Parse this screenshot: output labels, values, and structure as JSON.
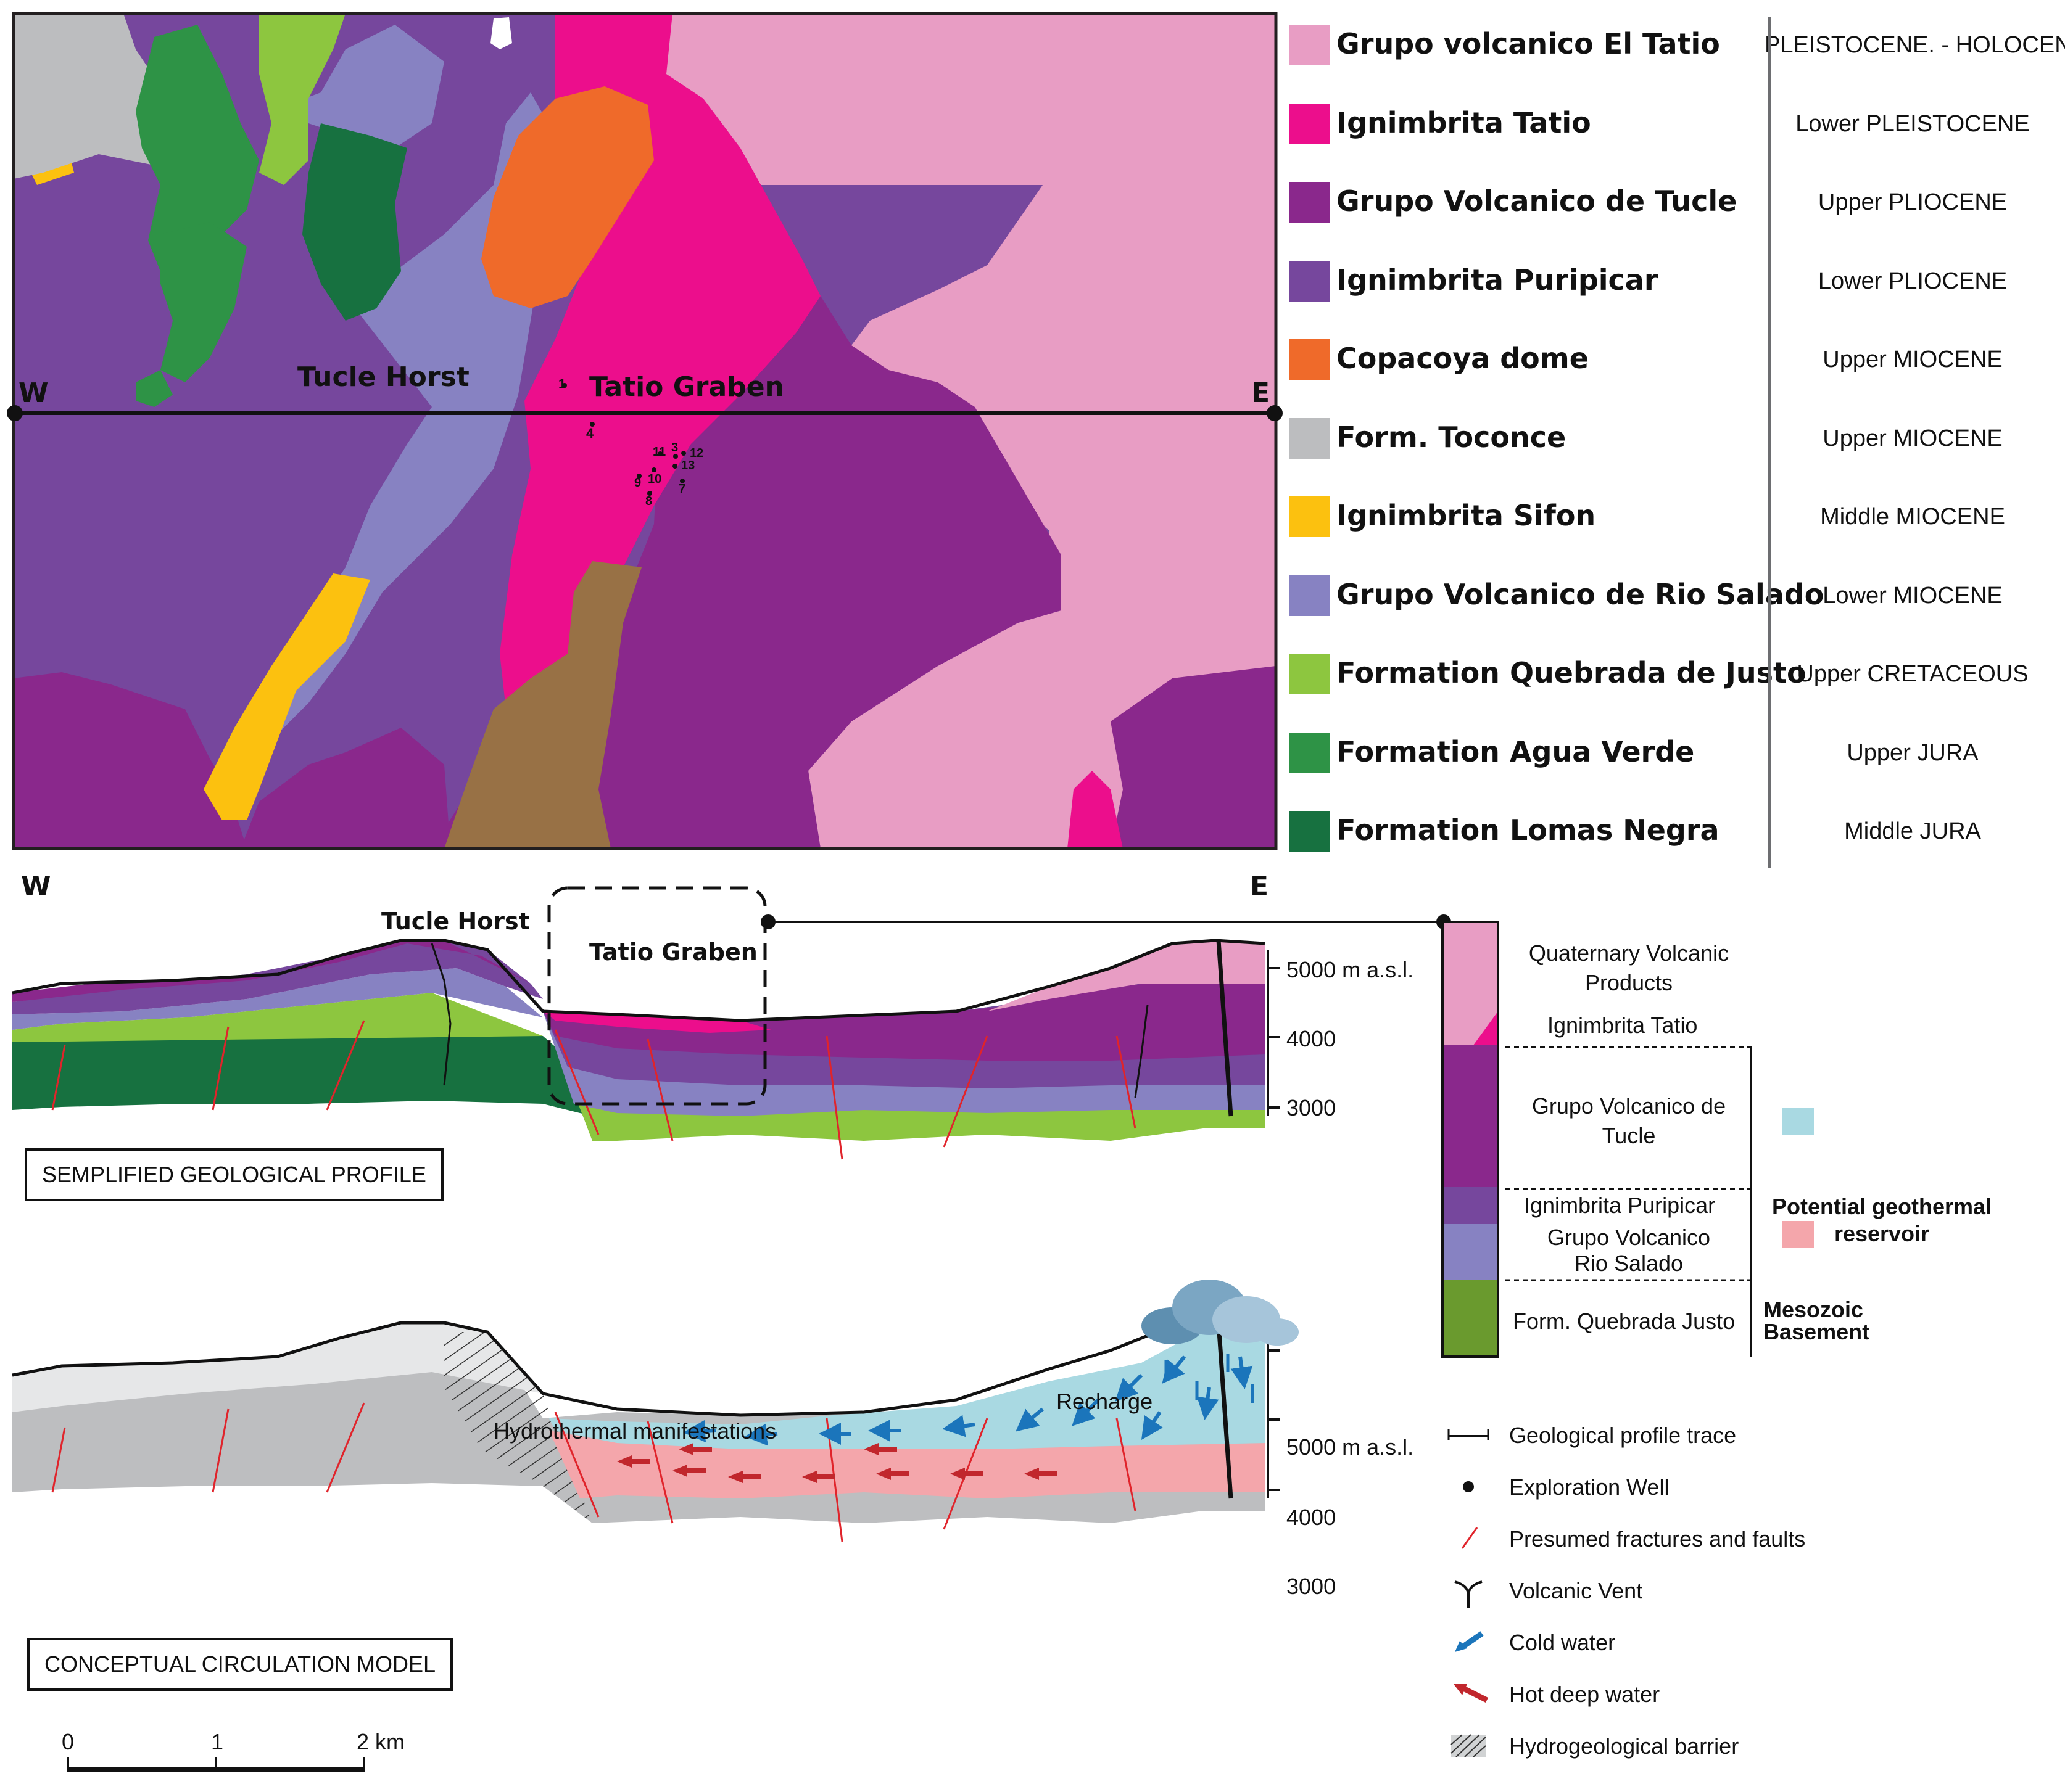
{
  "map": {
    "west": "W",
    "east": "E",
    "tucle_horst": "Tucle Horst",
    "tatio_graben": "Tatio Graben",
    "wells": [
      "1",
      "4",
      "11",
      "3",
      "12",
      "13",
      "9",
      "10",
      "7",
      "8"
    ]
  },
  "geo_legend": [
    {
      "label": "Grupo volcanico El Tatio",
      "age": "PLEISTOCENE. - HOLOCENE",
      "color": "#e89dc4"
    },
    {
      "label": "Ignimbrita Tatio",
      "age": "Lower PLEISTOCENE",
      "color": "#ec0e8c"
    },
    {
      "label": "Grupo Volcanico de Tucle",
      "age": "Upper PLIOCENE",
      "color": "#8a288c"
    },
    {
      "label": "Ignimbrita Puripicar",
      "age": "Lower PLIOCENE",
      "color": "#76479d"
    },
    {
      "label": "Copacoya dome",
      "age": "Upper MIOCENE",
      "color": "#ef6a2a"
    },
    {
      "label": "Form. Toconce",
      "age": "Upper MIOCENE",
      "color": "#bcbdbf"
    },
    {
      "label": "Ignimbrita Sifon",
      "age": "Middle MIOCENE",
      "color": "#fcc10f"
    },
    {
      "label": "Grupo Volcanico de Rio Salado",
      "age": "Lower MIOCENE",
      "color": "#8782c2"
    },
    {
      "label": "Formation Quebrada de Justo",
      "age": "Upper CRETACEOUS",
      "color": "#8dc63f"
    },
    {
      "label": "Formation Agua Verde",
      "age": "Upper JURA",
      "color": "#2e9346"
    },
    {
      "label": "Formation Lomas Negra",
      "age": "Middle JURA",
      "color": "#177140"
    }
  ],
  "profile": {
    "west": "W",
    "east": "E",
    "tucle_horst": "Tucle Horst",
    "tatio_graben": "Tatio Graben",
    "elev_5000": "5000 m a.s.l.",
    "elev_4000": "4000",
    "elev_3000": "3000",
    "title": "SEMPLIFIED GEOLOGICAL PROFILE"
  },
  "column": {
    "quaternary": "Quaternary Volcanic Products",
    "ign_tatio": "Ignimbrita Tatio",
    "tucle": "Grupo Volcanico de Tucle",
    "puripicar": "Ignimbrita Puripicar",
    "rio_salado": "Grupo Volcanico Rio Salado",
    "quebrada": "Form. Quebrada Justo",
    "potential": "Potential geothermal reservoir",
    "mesozoic": "Mesozoic Basement"
  },
  "model": {
    "hydro": "Hydrothermal manifestations",
    "recharge": "Recharge",
    "elev_5000": "5000 m a.s.l.",
    "elev_4000": "4000",
    "elev_3000": "3000",
    "title": "CONCEPTUAL CIRCULATION MODEL"
  },
  "scale": {
    "t0": "0",
    "t1": "1",
    "t2": "2 km"
  },
  "symbols": [
    {
      "icon": "profile-trace-icon",
      "label": "Geological profile trace"
    },
    {
      "icon": "well-dot-icon",
      "label": "Exploration Well"
    },
    {
      "icon": "fault-line-icon",
      "label": "Presumed fractures and faults"
    },
    {
      "icon": "volcanic-vent-icon",
      "label": "Volcanic Vent"
    },
    {
      "icon": "blue-arrow-icon",
      "label": "Cold water"
    },
    {
      "icon": "red-arrow-icon",
      "label": "Hot deep water"
    },
    {
      "icon": "hatch-icon",
      "label": "Hydrogeological barrier"
    }
  ],
  "colors": {
    "cold": "#a9d9e2",
    "hot": "#f4a6ab",
    "barrier_gray": "#bdbec0",
    "fault": "#e0242b",
    "arrow_blue": "#1b75bb",
    "arrow_red": "#c1272d"
  }
}
